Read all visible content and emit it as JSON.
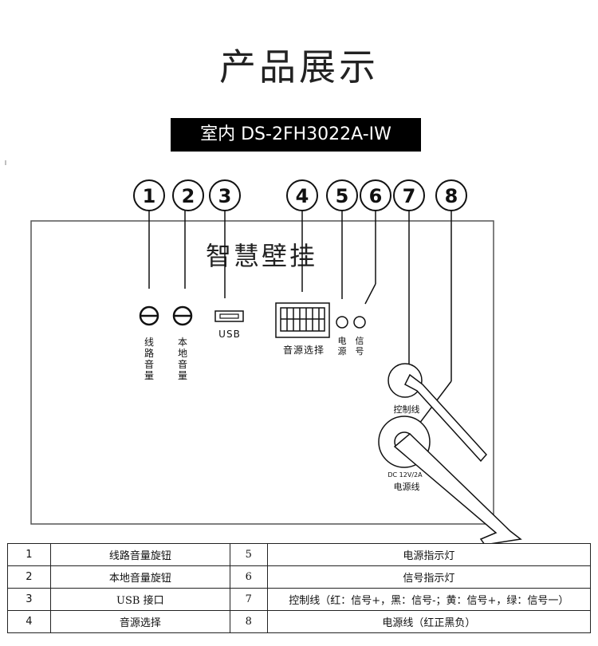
{
  "header": {
    "title": "产品展示",
    "model": "室内 DS-2FH3022A-IW"
  },
  "panel": {
    "product_label": "智慧壁挂",
    "callouts": [
      "1",
      "2",
      "3",
      "4",
      "5",
      "6",
      "7",
      "8"
    ],
    "line_volume_label": [
      "线",
      "路",
      "音",
      "量"
    ],
    "local_volume_label": [
      "本",
      "地",
      "音",
      "量"
    ],
    "usb_label": "USB",
    "source_select_label": "音源选择",
    "power_led_label": [
      "电",
      "源"
    ],
    "signal_led_label": [
      "信",
      "号"
    ],
    "control_cable_label": "控制线",
    "dc_label": "DC  12V/2A",
    "power_cable_label": "电源线"
  },
  "table": {
    "rows": [
      [
        "1",
        "线路音量旋钮",
        "5",
        "电源指示灯"
      ],
      [
        "2",
        "本地音量旋钮",
        "6",
        "信号指示灯"
      ],
      [
        "3",
        "USB 接口",
        "7",
        "控制线（红：信号+，黑：信号-；黄：信号+，绿：信号一）"
      ],
      [
        "4",
        "音源选择",
        "8",
        "电源线（红正黑负）"
      ]
    ]
  }
}
